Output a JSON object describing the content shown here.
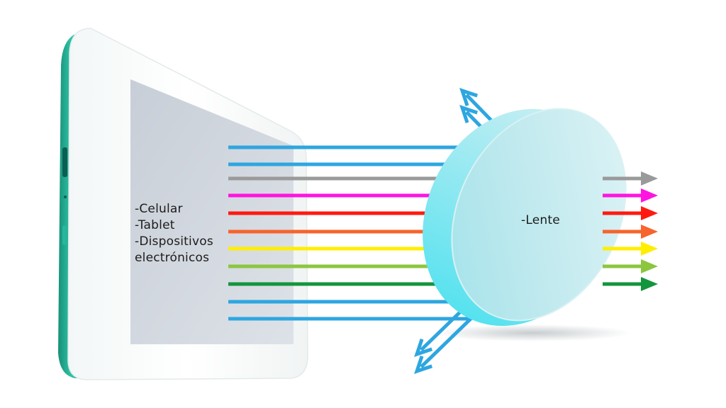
{
  "device_labels": [
    "-Celular",
    "-Tablet",
    "-Dispositivos",
    "electrónicos"
  ],
  "lens_label": "-Lente",
  "colors": {
    "background": "#ffffff",
    "tablet_body": "#fbfdfd",
    "tablet_edge": "#1fa98f",
    "screen": "#cfd5dd",
    "lens_face": "#b8e8ec",
    "lens_edge": "#5fdcea",
    "blue_light": "#2ea6e0"
  },
  "rays": {
    "blocked_top": [
      "#2ea6e0",
      "#2ea6e0"
    ],
    "transmitted": [
      "#9a9a9a",
      "#ff14e0",
      "#ff1a10",
      "#f7642c",
      "#ffee00",
      "#8cc63f",
      "#13953d"
    ],
    "blocked_bottom": [
      "#2ea6e0",
      "#2ea6e0"
    ]
  }
}
